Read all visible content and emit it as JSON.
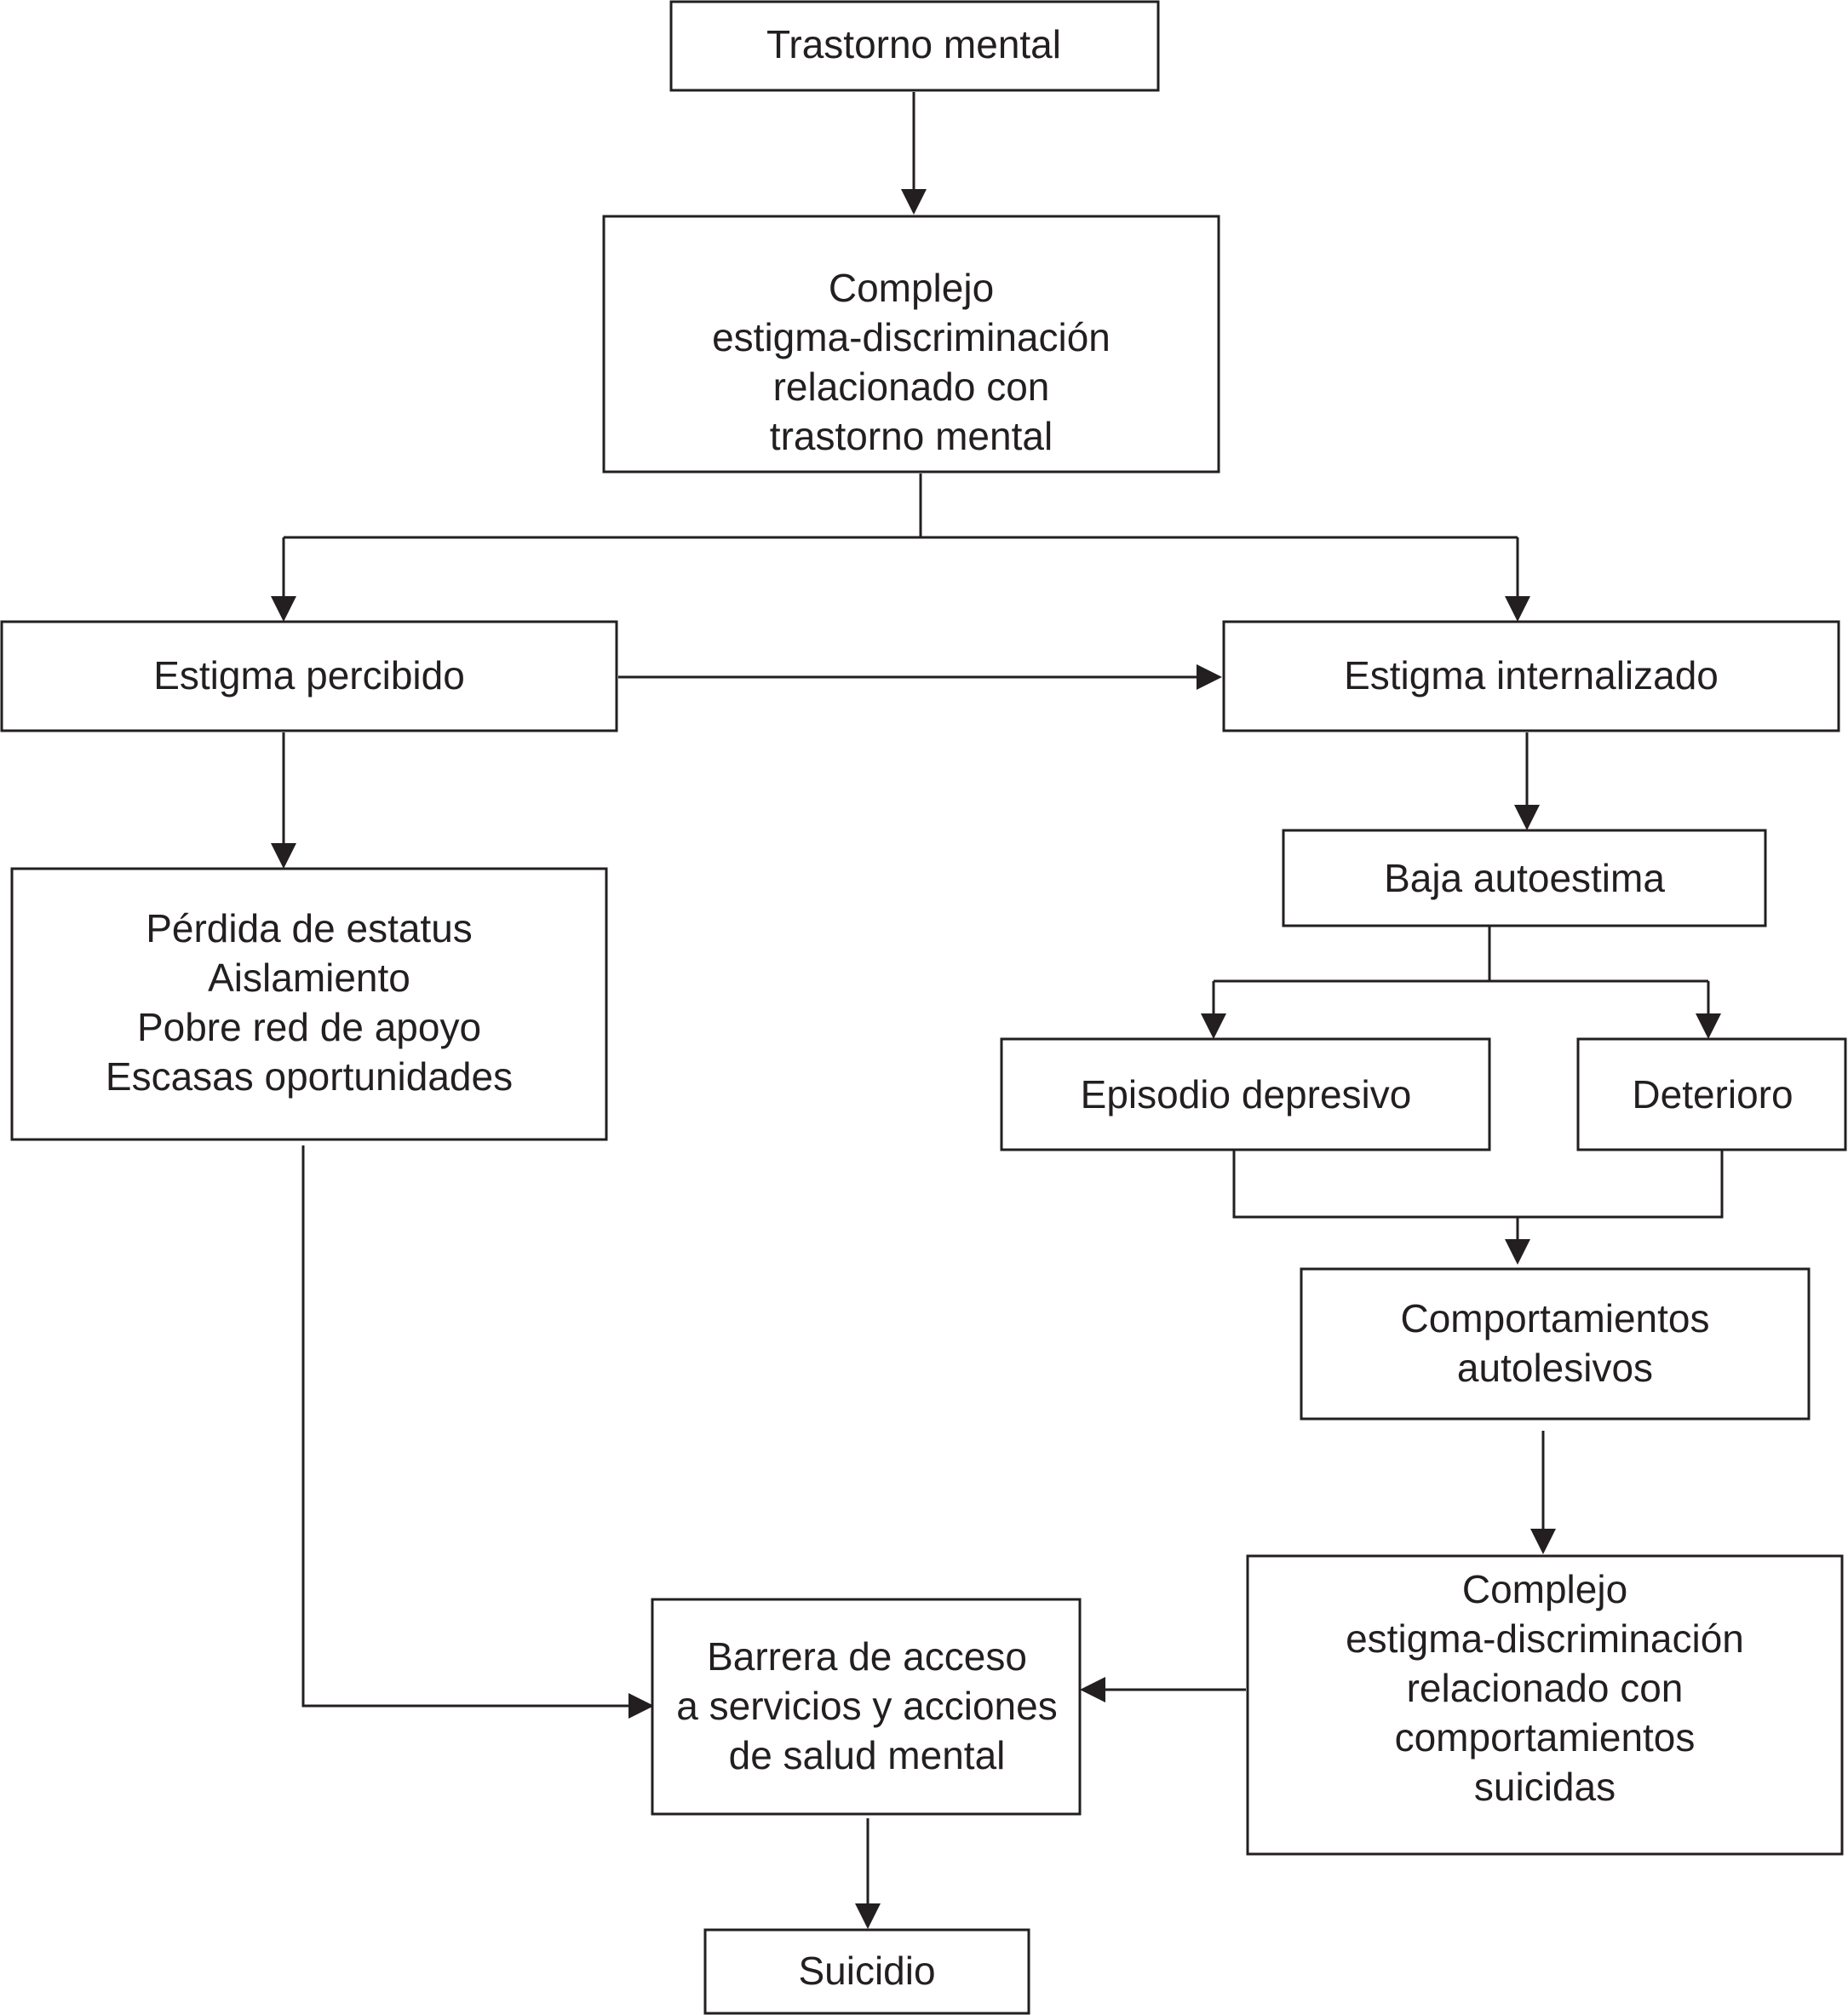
{
  "nodes": {
    "trastorno": [
      "Trastorno mental"
    ],
    "complejo_top": [
      "Complejo",
      "estigma-discriminación",
      "relacionado con",
      "trastorno mental"
    ],
    "estigma_percibido": [
      "Estigma percibido"
    ],
    "estigma_internalizado": [
      "Estigma internalizado"
    ],
    "perdida": [
      "Pérdida de estatus",
      "Aislamiento",
      "Pobre red de apoyo",
      "Escasas oportunidades"
    ],
    "baja_autoestima": [
      "Baja autoestima"
    ],
    "episodio": [
      "Episodio depresivo"
    ],
    "deterioro": [
      "Deterioro"
    ],
    "comportamientos": [
      "Comportamientos",
      "autolesivos"
    ],
    "complejo_bottom": [
      "Complejo",
      "estigma-discriminación",
      "relacionado con",
      "comportamientos",
      "suicidas"
    ],
    "barrera": [
      "Barrera de acceso",
      "a servicios y acciones",
      "de salud mental"
    ],
    "suicidio": [
      "Suicidio"
    ]
  },
  "edges": [
    [
      "trastorno",
      "complejo_top"
    ],
    [
      "complejo_top",
      "estigma_percibido"
    ],
    [
      "complejo_top",
      "estigma_internalizado"
    ],
    [
      "estigma_percibido",
      "estigma_internalizado"
    ],
    [
      "estigma_percibido",
      "perdida"
    ],
    [
      "estigma_internalizado",
      "baja_autoestima"
    ],
    [
      "baja_autoestima",
      "episodio"
    ],
    [
      "baja_autoestima",
      "deterioro"
    ],
    [
      "episodio",
      "comportamientos"
    ],
    [
      "deterioro",
      "comportamientos"
    ],
    [
      "comportamientos",
      "complejo_bottom"
    ],
    [
      "perdida",
      "barrera"
    ],
    [
      "complejo_bottom",
      "barrera"
    ],
    [
      "barrera",
      "suicidio"
    ]
  ],
  "colors": {
    "stroke": "#231f20",
    "background": "#ffffff"
  }
}
